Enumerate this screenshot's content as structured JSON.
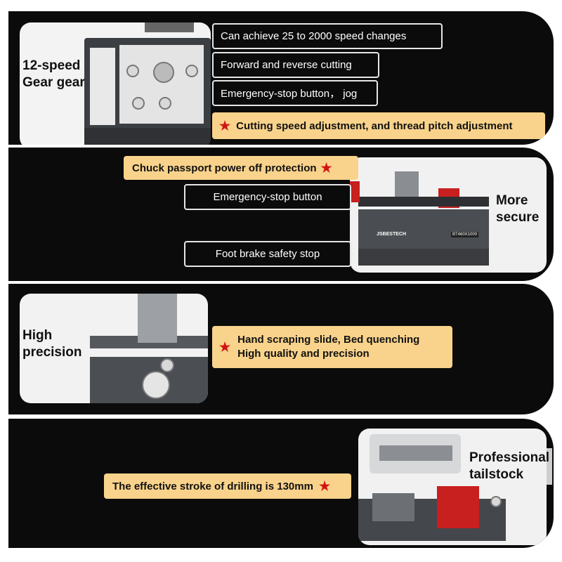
{
  "sections": [
    {
      "label_line1": "12-speed",
      "label_line2": "Gear gear",
      "callouts": [
        "Can achieve 25 to 2000 speed changes",
        "Forward and reverse cutting",
        "Emergency-stop button， jog"
      ],
      "highlight": "Cutting speed adjustment, and thread pitch adjustment"
    },
    {
      "highlight": "Chuck passport power off protection",
      "callouts": [
        "Emergency-stop button",
        "Foot brake safety stop"
      ],
      "label_line1": "More",
      "label_line2": "secure",
      "brand": "JSBESTECH",
      "model": "BT460X1000"
    },
    {
      "label_line1": "High",
      "label_line2": "precision",
      "highlight_line1": "Hand scraping slide, Bed quenching",
      "highlight_line2": "High quality and precision"
    },
    {
      "highlight": "The effective stroke of drilling is 130mm",
      "label_line1": "Professional",
      "label_line2": "tailstock"
    }
  ],
  "colors": {
    "panel": "#0b0b0b",
    "highlight": "#f9d38b",
    "star": "#d11414",
    "accent_red": "#c81f1f"
  },
  "icons": [
    "star-icon"
  ]
}
